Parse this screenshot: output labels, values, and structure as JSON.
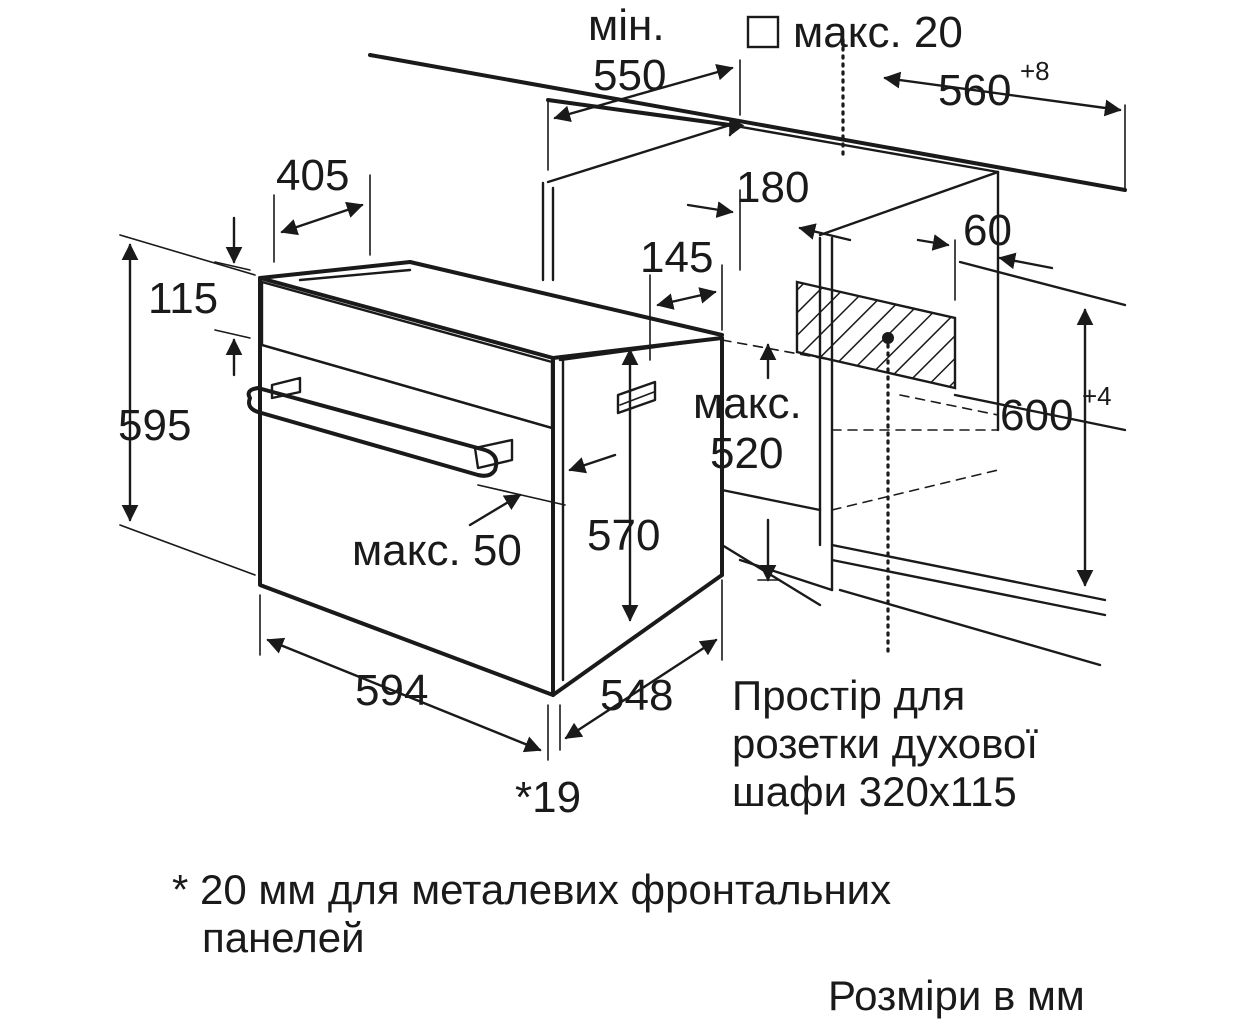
{
  "dimensions": {
    "min_label": "мін.",
    "min_depth": "550",
    "max_gap_label": "макс. 20",
    "niche_width": "560",
    "niche_width_tol": "+8",
    "d405": "405",
    "d180": "180",
    "d60": "60",
    "d145": "145",
    "d115": "115",
    "d595": "595",
    "max_label_1": "макс.",
    "d520": "520",
    "niche_height": "600",
    "niche_height_tol": "+4",
    "max_50": "макс. 50",
    "d570": "570",
    "d594": "594",
    "d548": "548",
    "d19": "*19"
  },
  "notes": {
    "socket_space": [
      "Простір для",
      "розетки духової",
      "шафи 320x115"
    ],
    "footnote": [
      "* 20 мм для металевих фронтальних",
      "панелей"
    ],
    "units": "Розміри в мм"
  }
}
